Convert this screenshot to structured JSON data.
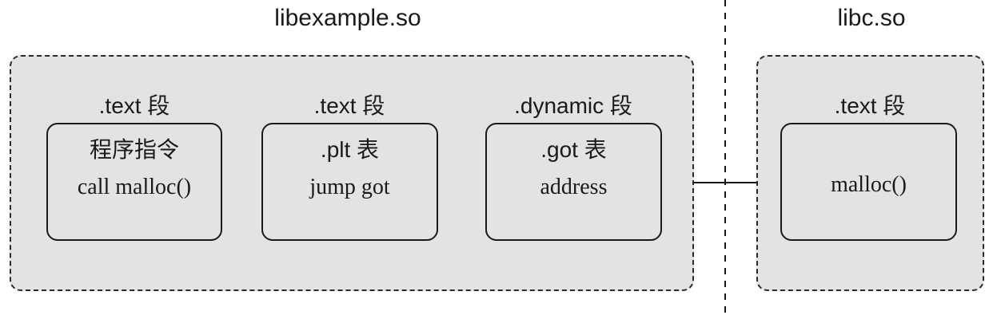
{
  "libexample": {
    "title": "libexample.so",
    "segments": [
      {
        "label": ".text 段",
        "box_title": "程序指令",
        "box_body": "call malloc()"
      },
      {
        "label": ".text 段",
        "box_title": ".plt 表",
        "box_body": "jump got"
      },
      {
        "label": ".dynamic 段",
        "box_title": ".got 表",
        "box_body": "address"
      }
    ]
  },
  "libc": {
    "title": "libc.so",
    "segments": [
      {
        "label": ".text 段",
        "box_body": "malloc()"
      }
    ]
  },
  "colors": {
    "group_fill": "#e3e3e3",
    "stroke": "#1a1a1a"
  }
}
